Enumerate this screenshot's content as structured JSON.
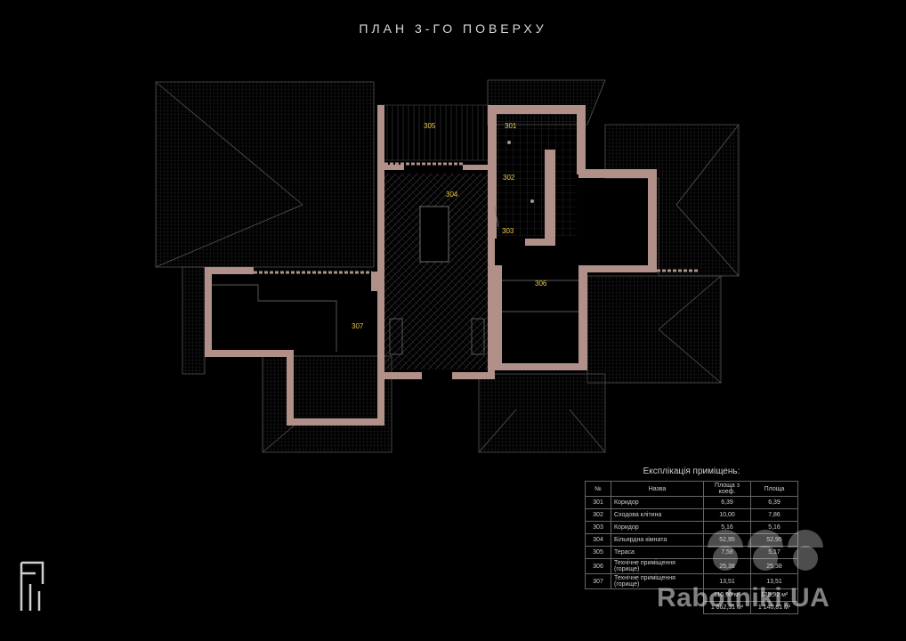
{
  "title": "ПЛАН 3-ГО ПОВЕРХУ",
  "rooms": [
    {
      "id": "305"
    },
    {
      "id": "301"
    },
    {
      "id": "304"
    },
    {
      "id": "302"
    },
    {
      "id": "303"
    },
    {
      "id": "306"
    },
    {
      "id": "307"
    }
  ],
  "explication": {
    "title": "Експлікація приміщень:",
    "headers": [
      "№",
      "Назва",
      "Площа з коеф.",
      "Площа"
    ],
    "rows": [
      [
        "301",
        "Коридор",
        "6,39",
        "6,39"
      ],
      [
        "302",
        "Сходова клітина",
        "10,00",
        "7,86"
      ],
      [
        "303",
        "Коридор",
        "5,16",
        "5,16"
      ],
      [
        "304",
        "Більярдна кімната",
        "52,95",
        "52,95"
      ],
      [
        "305",
        "Тераса",
        "7,58",
        "5,17"
      ],
      [
        "306",
        "Технічне приміщення (горище)",
        "25,38",
        "25,38"
      ],
      [
        "307",
        "Технічне приміщення (горище)",
        "13,51",
        "13,51"
      ]
    ],
    "total_coef": "110,98 м²",
    "total_area": "125,92 м²",
    "total_coef_2": "1 662,31 м²",
    "total_area_2": "1 140,81 м²"
  },
  "watermark": "Rabotniki.UA",
  "colors": {
    "wall": "#b09088",
    "background": "#000000",
    "label": "#e9c84a",
    "grid": "#3a3a3a"
  }
}
